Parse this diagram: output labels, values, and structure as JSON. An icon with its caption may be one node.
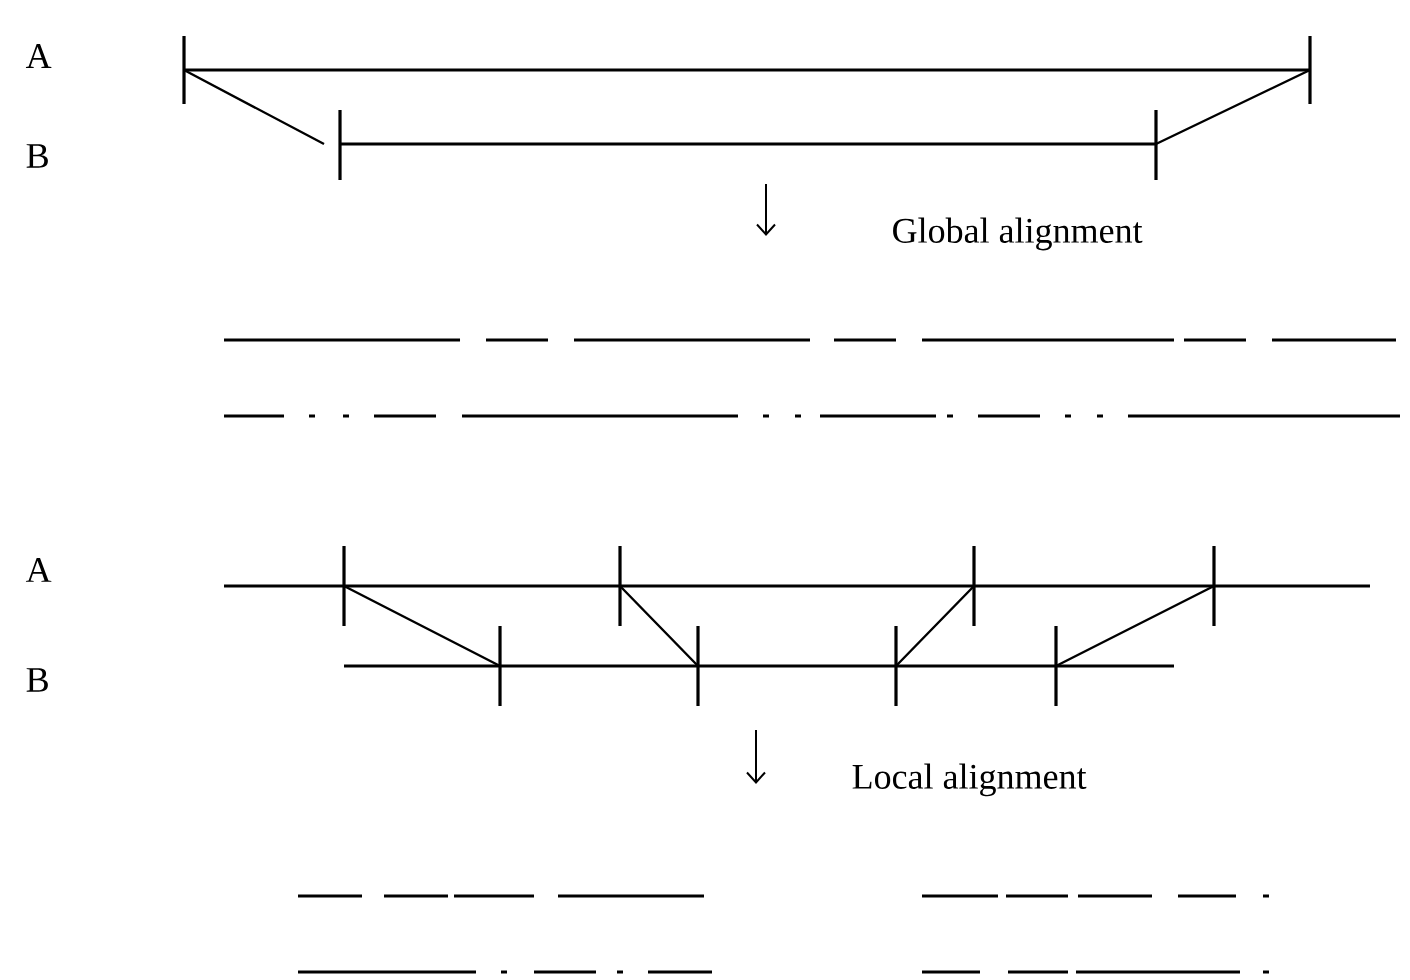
{
  "diagram": {
    "labels": [
      "A",
      "B",
      "Global alignment",
      "A",
      "B",
      "Local alignment"
    ]
  }
}
